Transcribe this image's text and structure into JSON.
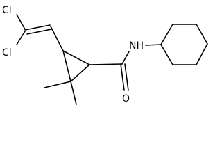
{
  "molecule": {
    "atoms": {
      "cl_top": "Cl",
      "cl_bottom": "Cl",
      "nh": "NH",
      "o": "O"
    },
    "colors": {
      "bond": "#000000",
      "label": "#000000",
      "background": "#ffffff"
    }
  }
}
